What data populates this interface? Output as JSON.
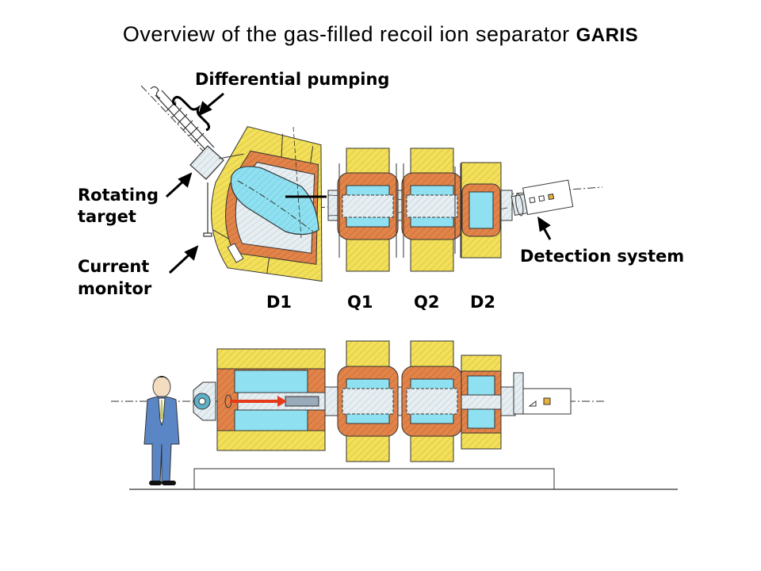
{
  "title": {
    "main": "Overview of the gas-filled recoil ion separator",
    "acronym": "GARIS"
  },
  "labels": {
    "differential_pumping": "Differential pumping",
    "rotating_target_line1": "Rotating",
    "rotating_target_line2": "target",
    "current_monitor_line1": "Current",
    "current_monitor_line2": "monitor",
    "detection_system": "Detection system",
    "d1": "D1",
    "q1": "Q1",
    "q2": "Q2",
    "d2": "D2"
  },
  "colors": {
    "yoke_yellow": "#f2df5a",
    "coil_orange": "#e2844a",
    "chamber_cyan": "#8fe0f0",
    "beam_red": "#e43a1a",
    "suit_blue": "#5b86c6"
  }
}
